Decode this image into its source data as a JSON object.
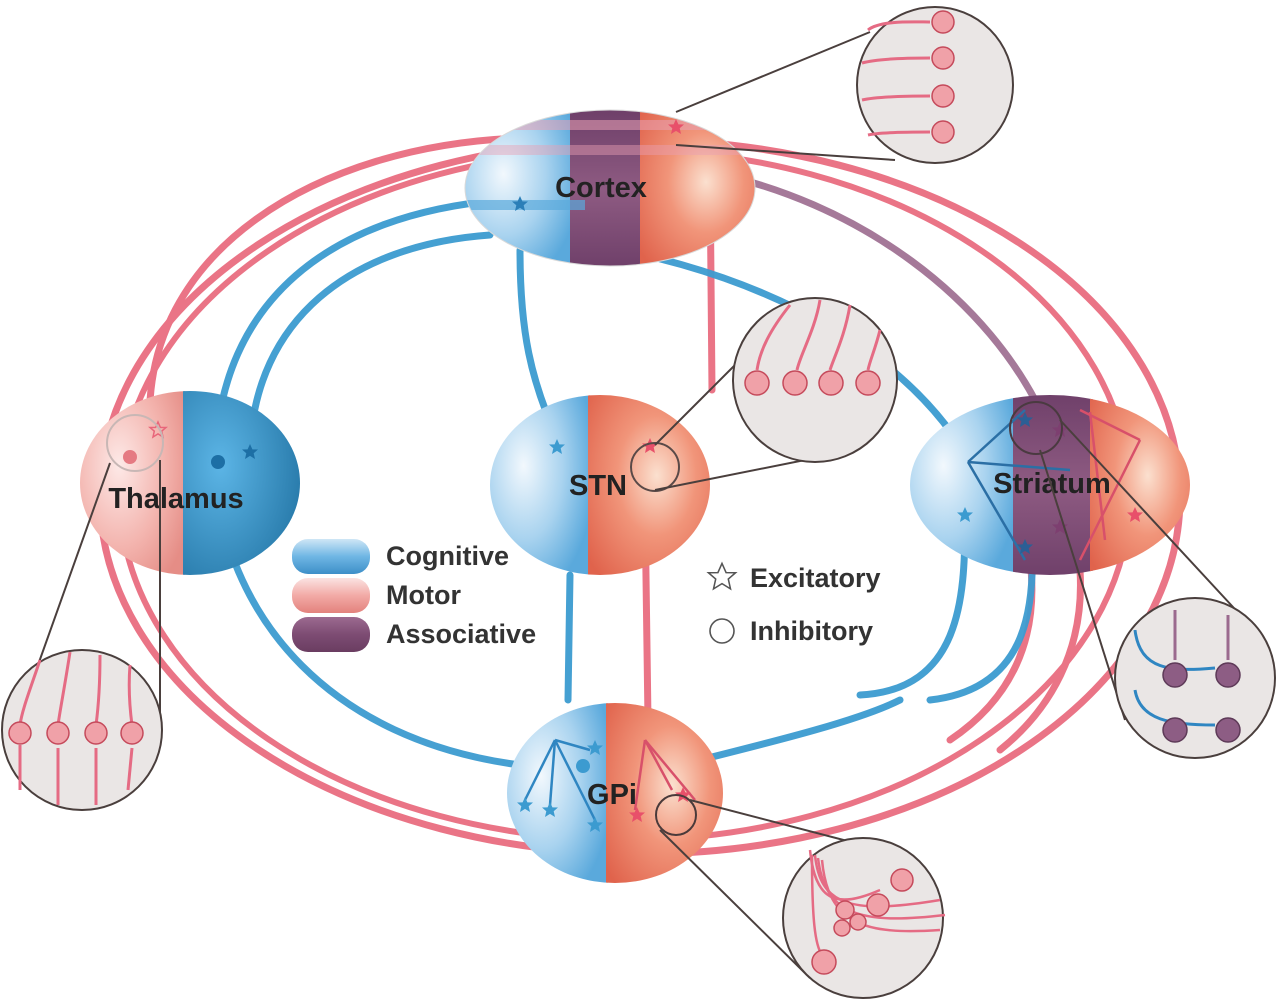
{
  "nodes": {
    "cortex": "Cortex",
    "thalamus": "Thalamus",
    "stn": "STN",
    "striatum": "Striatum",
    "gpi": "GPi"
  },
  "legend": {
    "loops": [
      {
        "label": "Cognitive",
        "color": "#4a9fd4"
      },
      {
        "label": "Motor",
        "color": "#e8868f"
      },
      {
        "label": "Associative",
        "color": "#8a4e78"
      }
    ],
    "synapses": [
      {
        "label": "Excitatory",
        "icon": "star-icon"
      },
      {
        "label": "Inhibitory",
        "icon": "circle-icon"
      }
    ]
  },
  "colors": {
    "cognitive": "#3c9bd0",
    "motor": "#e8667a",
    "associative": "#8a5a80"
  }
}
